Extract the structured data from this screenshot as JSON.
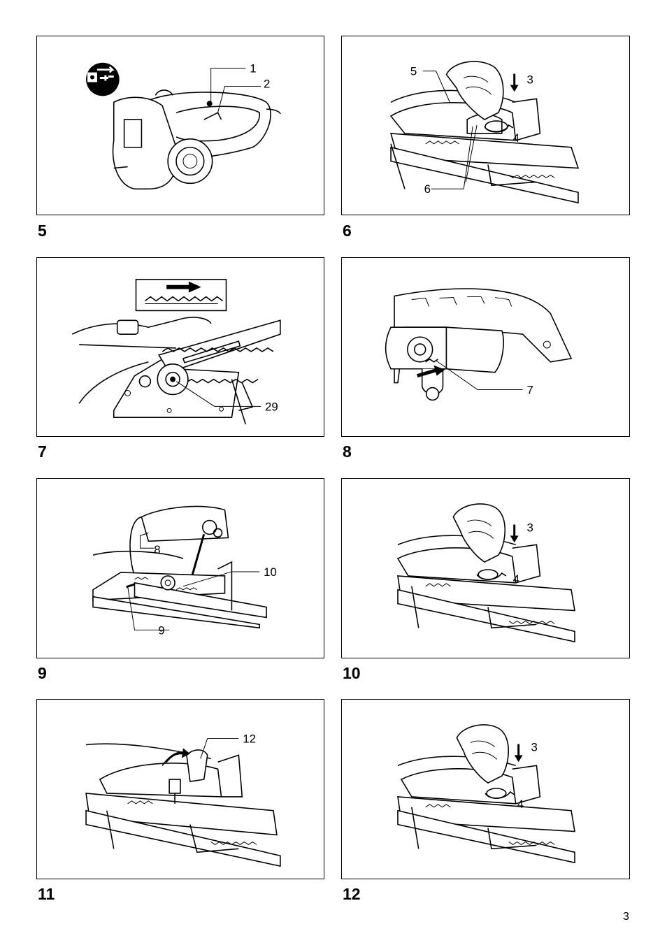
{
  "page_number": "3",
  "figures": [
    {
      "number": "5",
      "callouts": [
        "1",
        "2"
      ]
    },
    {
      "number": "6",
      "callouts": [
        "5",
        "3",
        "4",
        "6"
      ]
    },
    {
      "number": "7",
      "callouts": [
        "29"
      ]
    },
    {
      "number": "8",
      "callouts": [
        "7"
      ]
    },
    {
      "number": "9",
      "callouts": [
        "8",
        "10",
        "9"
      ]
    },
    {
      "number": "10",
      "callouts": [
        "3",
        "4"
      ]
    },
    {
      "number": "11",
      "callouts": [
        "12"
      ]
    },
    {
      "number": "12",
      "callouts": [
        "3",
        "4"
      ]
    }
  ]
}
